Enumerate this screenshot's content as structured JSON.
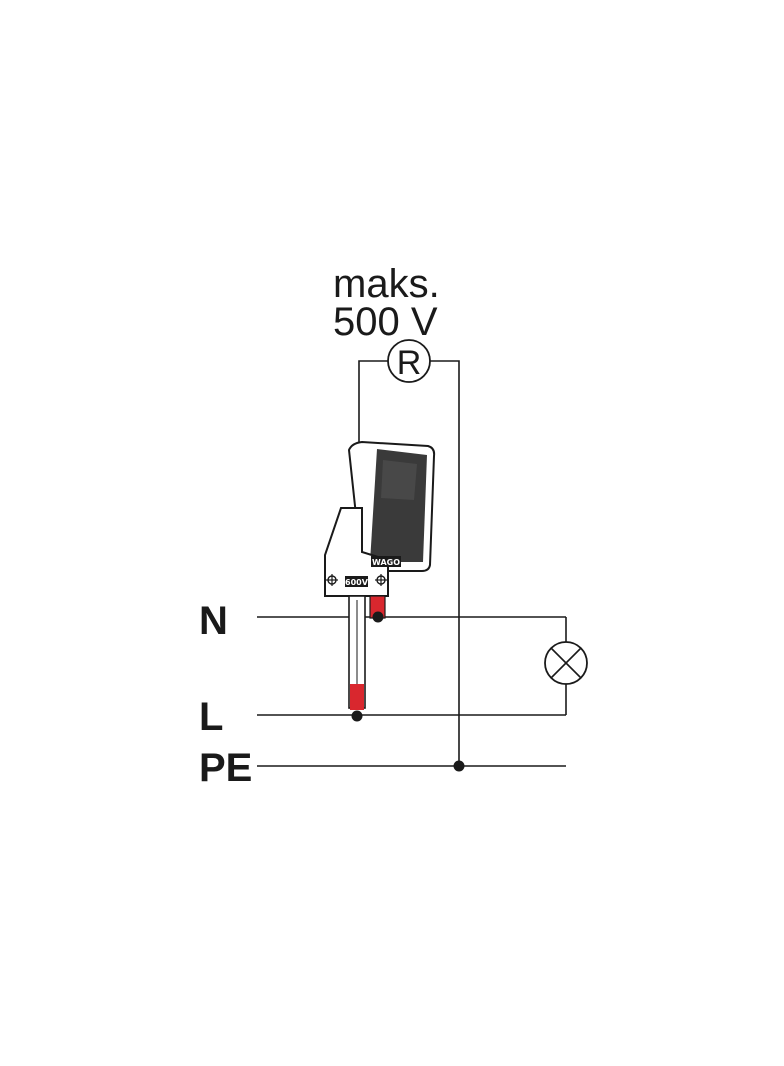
{
  "voltage_label": {
    "line1": "maks.",
    "line2": "500 V"
  },
  "resistor": {
    "symbol": "R"
  },
  "rails": {
    "neutral": "N",
    "live": "L",
    "earth": "PE"
  },
  "tester": {
    "brand_logo": "WAGO",
    "rating_badge": "600V"
  },
  "colors": {
    "line": "#1a1a1a",
    "probe_tip": "#d9272e",
    "housing_shade": "#3a3a3a"
  },
  "icons": {
    "lamp": "lamp-cross-icon",
    "resistor": "resistor-circle-icon",
    "junction": "junction-dot-icon"
  }
}
